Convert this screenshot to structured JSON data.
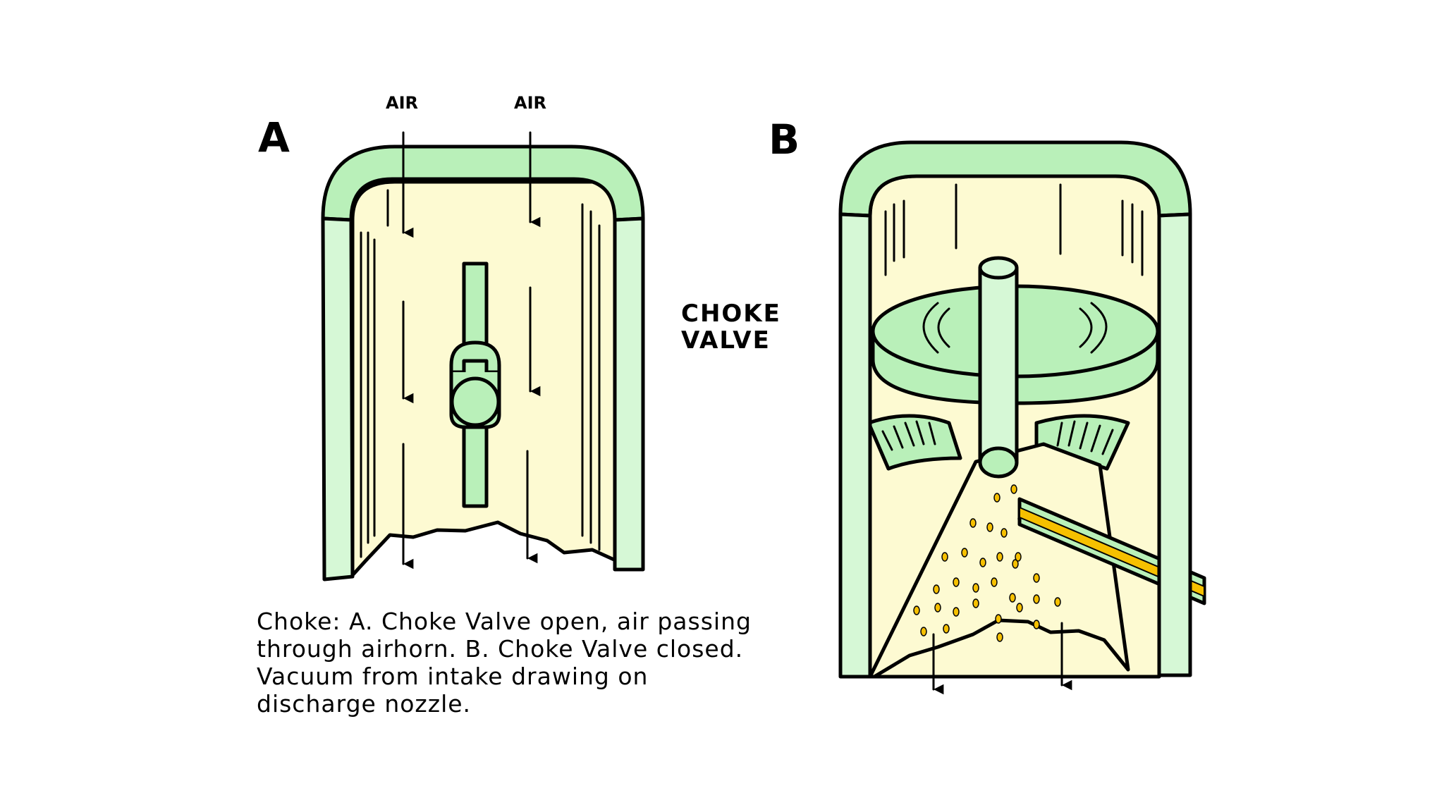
{
  "panels": [
    {
      "letter": "A",
      "air_labels": [
        "AIR",
        "AIR"
      ]
    },
    {
      "letter": "B"
    }
  ],
  "choke_label": [
    "CHOKE",
    "VALVE"
  ],
  "caption": "Choke: A. Choke Valve open, air passing through airhorn. B. Choke Valve closed. Vacuum from intake drawing on discharge nozzle.",
  "colors": {
    "green": "#b9f0b9",
    "wall_green": "#d6f8d6",
    "cream": "#fdfad2",
    "fuel": "#f6c000"
  }
}
